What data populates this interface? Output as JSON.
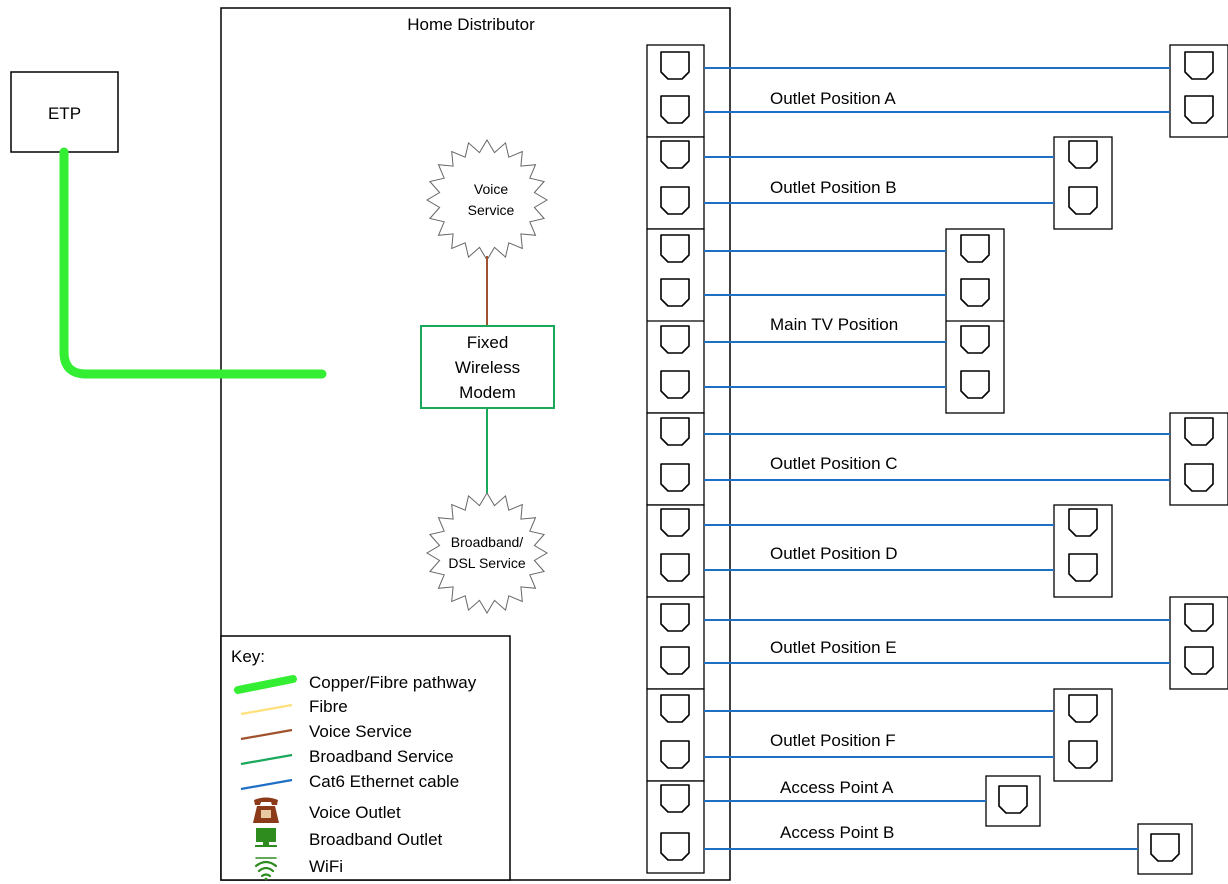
{
  "etp": {
    "label": "ETP"
  },
  "distributor": {
    "title": "Home Distributor"
  },
  "modem": {
    "lines": [
      "Fixed",
      "Wireless",
      "Modem"
    ]
  },
  "voice_service": {
    "lines": [
      "Voice",
      "Service"
    ]
  },
  "broadband_service": {
    "lines": [
      "Broadband/",
      "DSL Service"
    ]
  },
  "outlet_groups": [
    {
      "label": "Outlet Position A"
    },
    {
      "label": "Outlet Position B"
    },
    {
      "label": "Main TV Position"
    },
    {
      "label": "Outlet Position C"
    },
    {
      "label": "Outlet Position D"
    },
    {
      "label": "Outlet Position E"
    },
    {
      "label": "Outlet Position F"
    },
    {
      "label": "Access Point A"
    },
    {
      "label": "Access Point B"
    }
  ],
  "key": {
    "title": "Key:",
    "items": [
      {
        "label": "Copper/Fibre pathway",
        "color": "#33ee33",
        "symbol": "thick-line"
      },
      {
        "label": "Fibre",
        "color": "#ffe07a",
        "symbol": "line"
      },
      {
        "label": "Voice Service",
        "color": "#a0522d",
        "symbol": "line"
      },
      {
        "label": "Broadband Service",
        "color": "#1aa85a",
        "symbol": "line"
      },
      {
        "label": "Cat6 Ethernet cable",
        "color": "#1f6fc4",
        "symbol": "line"
      },
      {
        "label": "Voice Outlet",
        "color": "#8b3a1a",
        "symbol": "phone-icon"
      },
      {
        "label": "Broadband Outlet",
        "color": "#2e8b1e",
        "symbol": "monitor-icon"
      },
      {
        "label": "WiFi",
        "color": "#2e8b1e",
        "symbol": "wifi-icon"
      }
    ]
  },
  "colors": {
    "pathway": "#33ee33",
    "voice": "#a0522d",
    "broadband": "#1aa85a",
    "ethernet": "#1f6fc4",
    "modem_border": "#1aa85a"
  }
}
